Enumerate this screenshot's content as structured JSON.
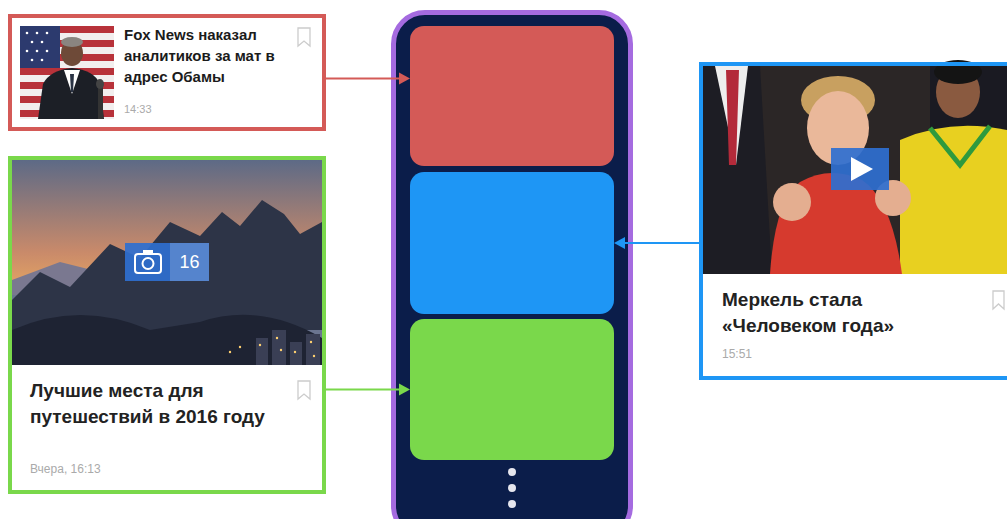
{
  "diagram": {
    "nodes": [
      {
        "text": [
          "Fox News наказал аналитиков за мат в адрес Обамы",
          "14:33"
        ]
      },
      {
        "text": [
          "16",
          "Лучшие места для путешествий в 2016 году",
          "Вчера, 16:13"
        ]
      },
      {
        "text": []
      },
      {
        "text": [],
        "in": 2
      },
      {
        "text": [],
        "in": 2
      },
      {
        "text": [],
        "in": 2
      },
      {
        "text": [
          "Меркель стала «Человеком года»",
          "15:51"
        ]
      }
    ],
    "edges": [
      {
        "from": 0,
        "to": 3,
        "arrow": "to"
      },
      {
        "from": 6,
        "to": 4,
        "arrow": "to"
      },
      {
        "from": 1,
        "to": 5,
        "arrow": "to"
      }
    ]
  }
}
